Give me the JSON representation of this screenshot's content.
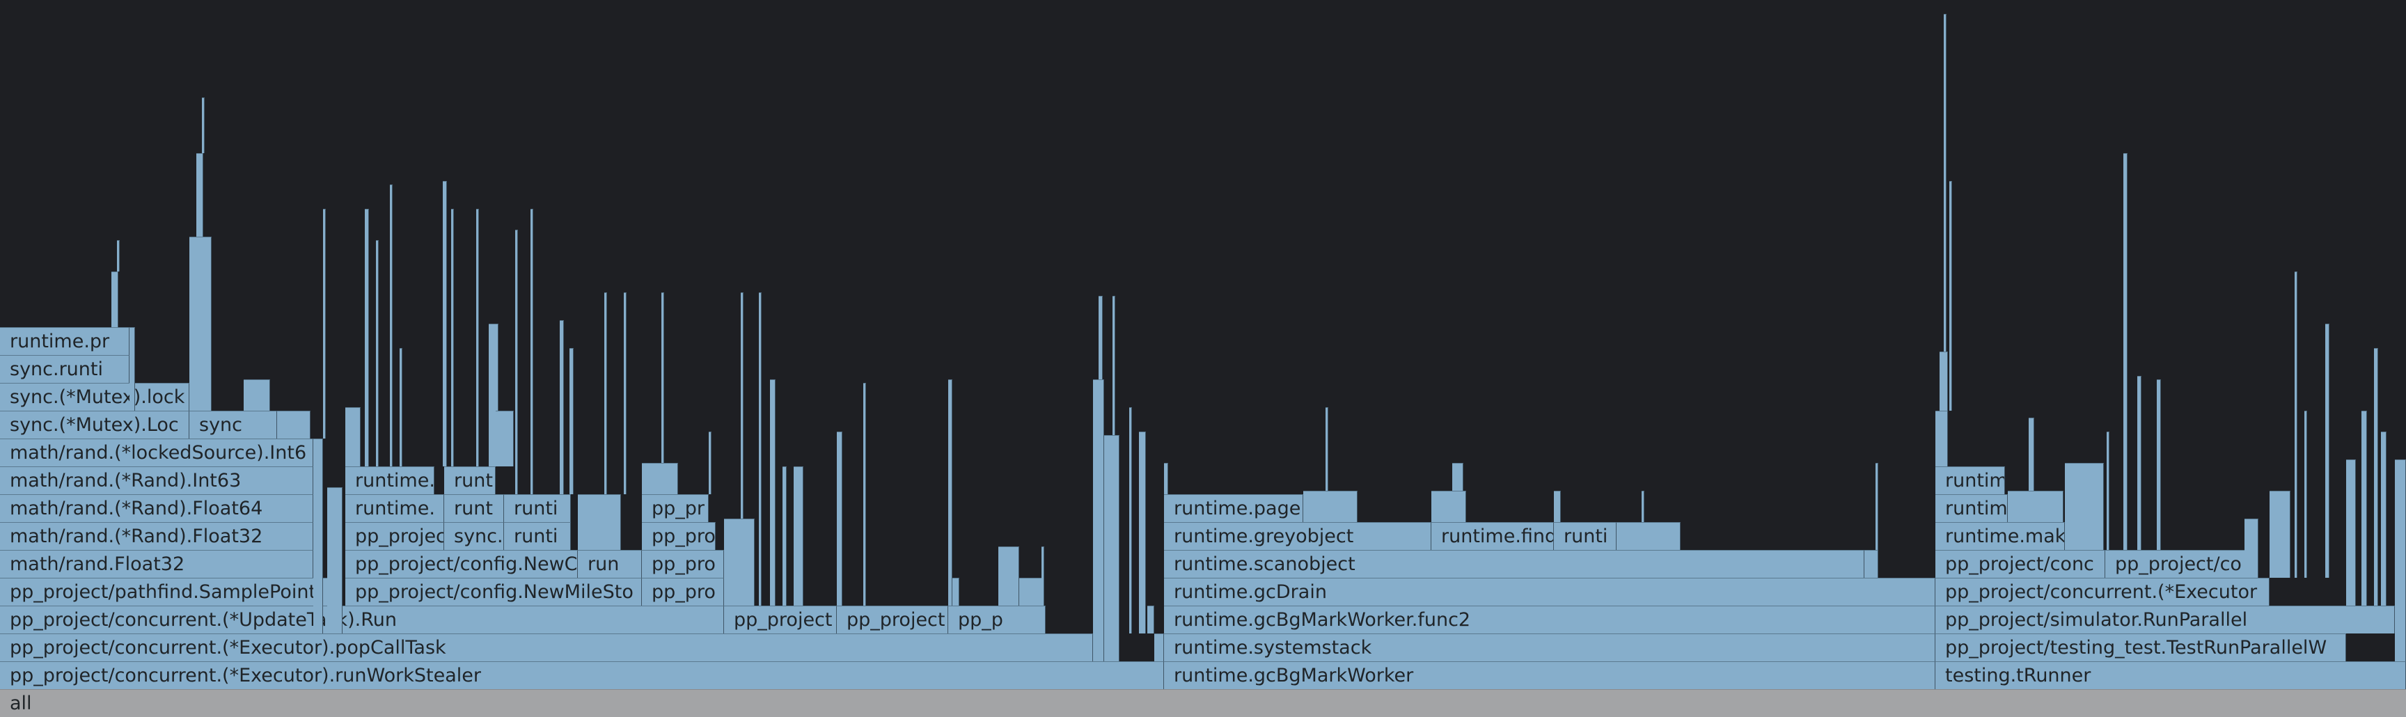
{
  "flamegraph": {
    "root_label": "all",
    "frames": [
      {
        "label": "pp_project/concurrent.(*Executor).runWorkStealer"
      },
      {
        "label": "runtime.gcBgMarkWorker"
      },
      {
        "label": "testing.tRunner"
      },
      {
        "label": "pp_project/concurrent.(*Executor).popCallTask"
      },
      {
        "label": "runtime.systemstack"
      },
      {
        "label": "pp_project/testing_test.TestRunParallelW"
      },
      {
        "label": "pp_project/concurrent.(*UpdateTask).Run"
      },
      {
        "label": "pp_project"
      },
      {
        "label": "pp_project"
      },
      {
        "label": "pp_p"
      },
      {
        "label": "runtime.gcBgMarkWorker.func2"
      },
      {
        "label": "pp_project/simulator.RunParallel"
      },
      {
        "label": "pp_project/pathfind.SamplePoint"
      },
      {
        "label": "pp_project/config.NewMileSto"
      },
      {
        "label": "pp_pro"
      },
      {
        "label": "runtime.gcDrain"
      },
      {
        "label": "pp_project/concurrent.(*Executor"
      },
      {
        "label": "math/rand.Float32"
      },
      {
        "label": "pp_project/config.NewC"
      },
      {
        "label": "run"
      },
      {
        "label": "pp_pro"
      },
      {
        "label": "runtime.scanobject"
      },
      {
        "label": "pp_project/conc"
      },
      {
        "label": "pp_project/co"
      },
      {
        "label": "math/rand.(*Rand).Float32"
      },
      {
        "label": "pp_projec"
      },
      {
        "label": "sync."
      },
      {
        "label": "runti"
      },
      {
        "label": "pp_pro"
      },
      {
        "label": "runtime.greyobject"
      },
      {
        "label": "runtime.find"
      },
      {
        "label": "runti"
      },
      {
        "label": "runtime.mak"
      },
      {
        "label": "math/rand.(*Rand).Float64"
      },
      {
        "label": "runtime."
      },
      {
        "label": "runt"
      },
      {
        "label": "runti"
      },
      {
        "label": "pp_pr"
      },
      {
        "label": "runtime.page"
      },
      {
        "label": "runtim"
      },
      {
        "label": "math/rand.(*Rand).Int63"
      },
      {
        "label": "runtime."
      },
      {
        "label": "runt"
      },
      {
        "label": "runtim"
      },
      {
        "label": "math/rand.(*lockedSource).Int6"
      },
      {
        "label": "sync.(*Mutex).Loc"
      },
      {
        "label": "sync"
      },
      {
        "label": "sync.(*Mutex).lock"
      },
      {
        "label": "sync.runti"
      },
      {
        "label": "runtime.pr"
      }
    ]
  }
}
